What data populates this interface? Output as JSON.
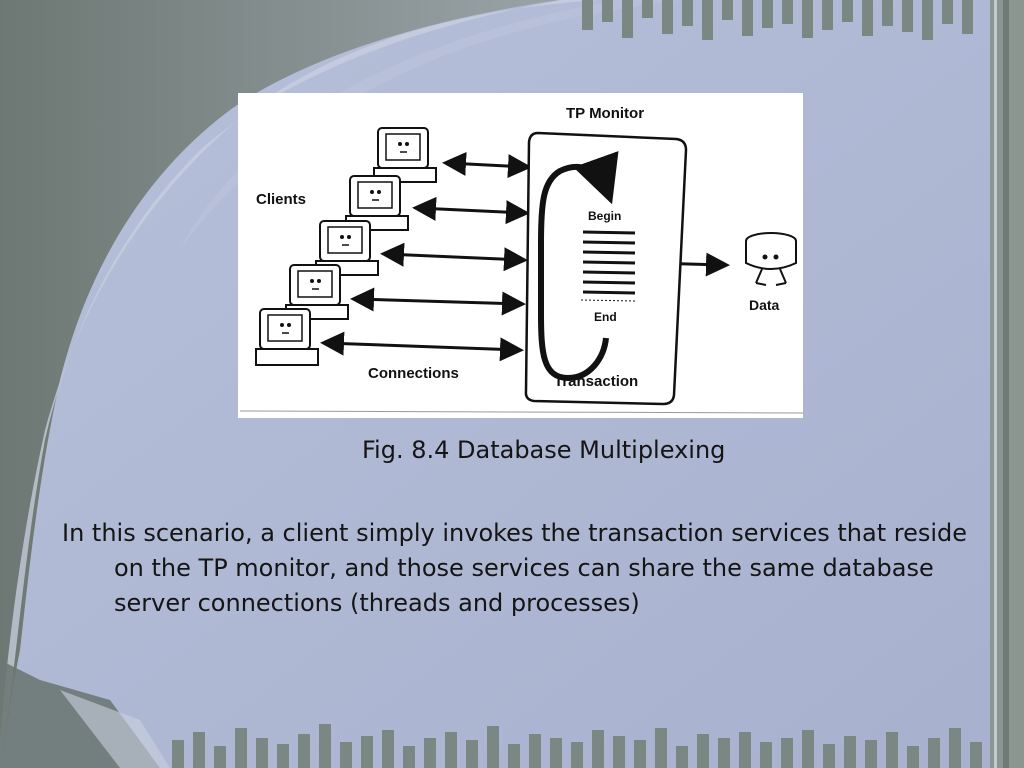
{
  "slide": {
    "figure_labels": {
      "tp_monitor": "TP Monitor",
      "clients": "Clients",
      "begin": "Begin",
      "end": "End",
      "data": "Data",
      "connections": "Connections",
      "transaction": "Transaction"
    },
    "caption": "Fig. 8.4 Database Multiplexing",
    "paragraph": "In this scenario, a client simply invokes the  transaction services that reside on the TP monitor, and those services can share the same database server connections (threads and processes)"
  },
  "colors": {
    "background": "#a9b3cf",
    "dark_band": "#7f8a86",
    "bars": "#6f7d79"
  }
}
